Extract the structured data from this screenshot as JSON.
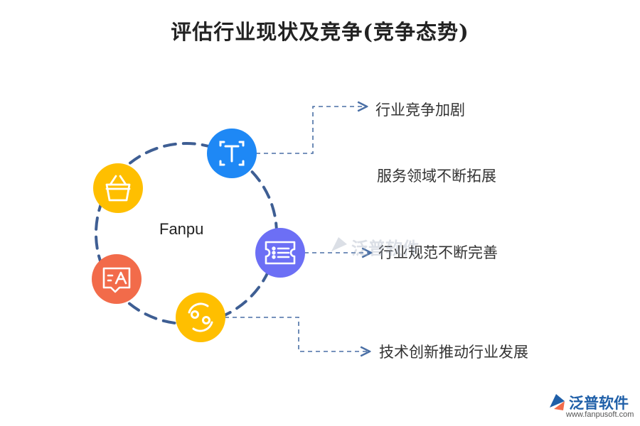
{
  "title": "评估行业现状及竞争(竞争态势)",
  "center_label": "Fanpu",
  "items": [
    {
      "label": "行业竞争加剧"
    },
    {
      "label": "服务领域不断拓展"
    },
    {
      "label": "行业规范不断完善"
    },
    {
      "label": "技术创新推动行业发展"
    }
  ],
  "watermark": {
    "text": "泛普软件"
  },
  "logo": {
    "text": "泛普软件",
    "url": "www.fanpusoft.com"
  },
  "colors": {
    "ring": "#3e5e93",
    "connector": "#4a6fa5",
    "node_blue": "#1e88f5",
    "node_purple": "#6c6ff5",
    "node_yellow": "#ffbf00",
    "node_orange": "#f26b4a",
    "logo": "#1f5fa8"
  },
  "icons": [
    "text-box-icon",
    "ticket-list-icon",
    "refresh-circle-icon",
    "message-text-icon",
    "shopping-basket-icon"
  ]
}
